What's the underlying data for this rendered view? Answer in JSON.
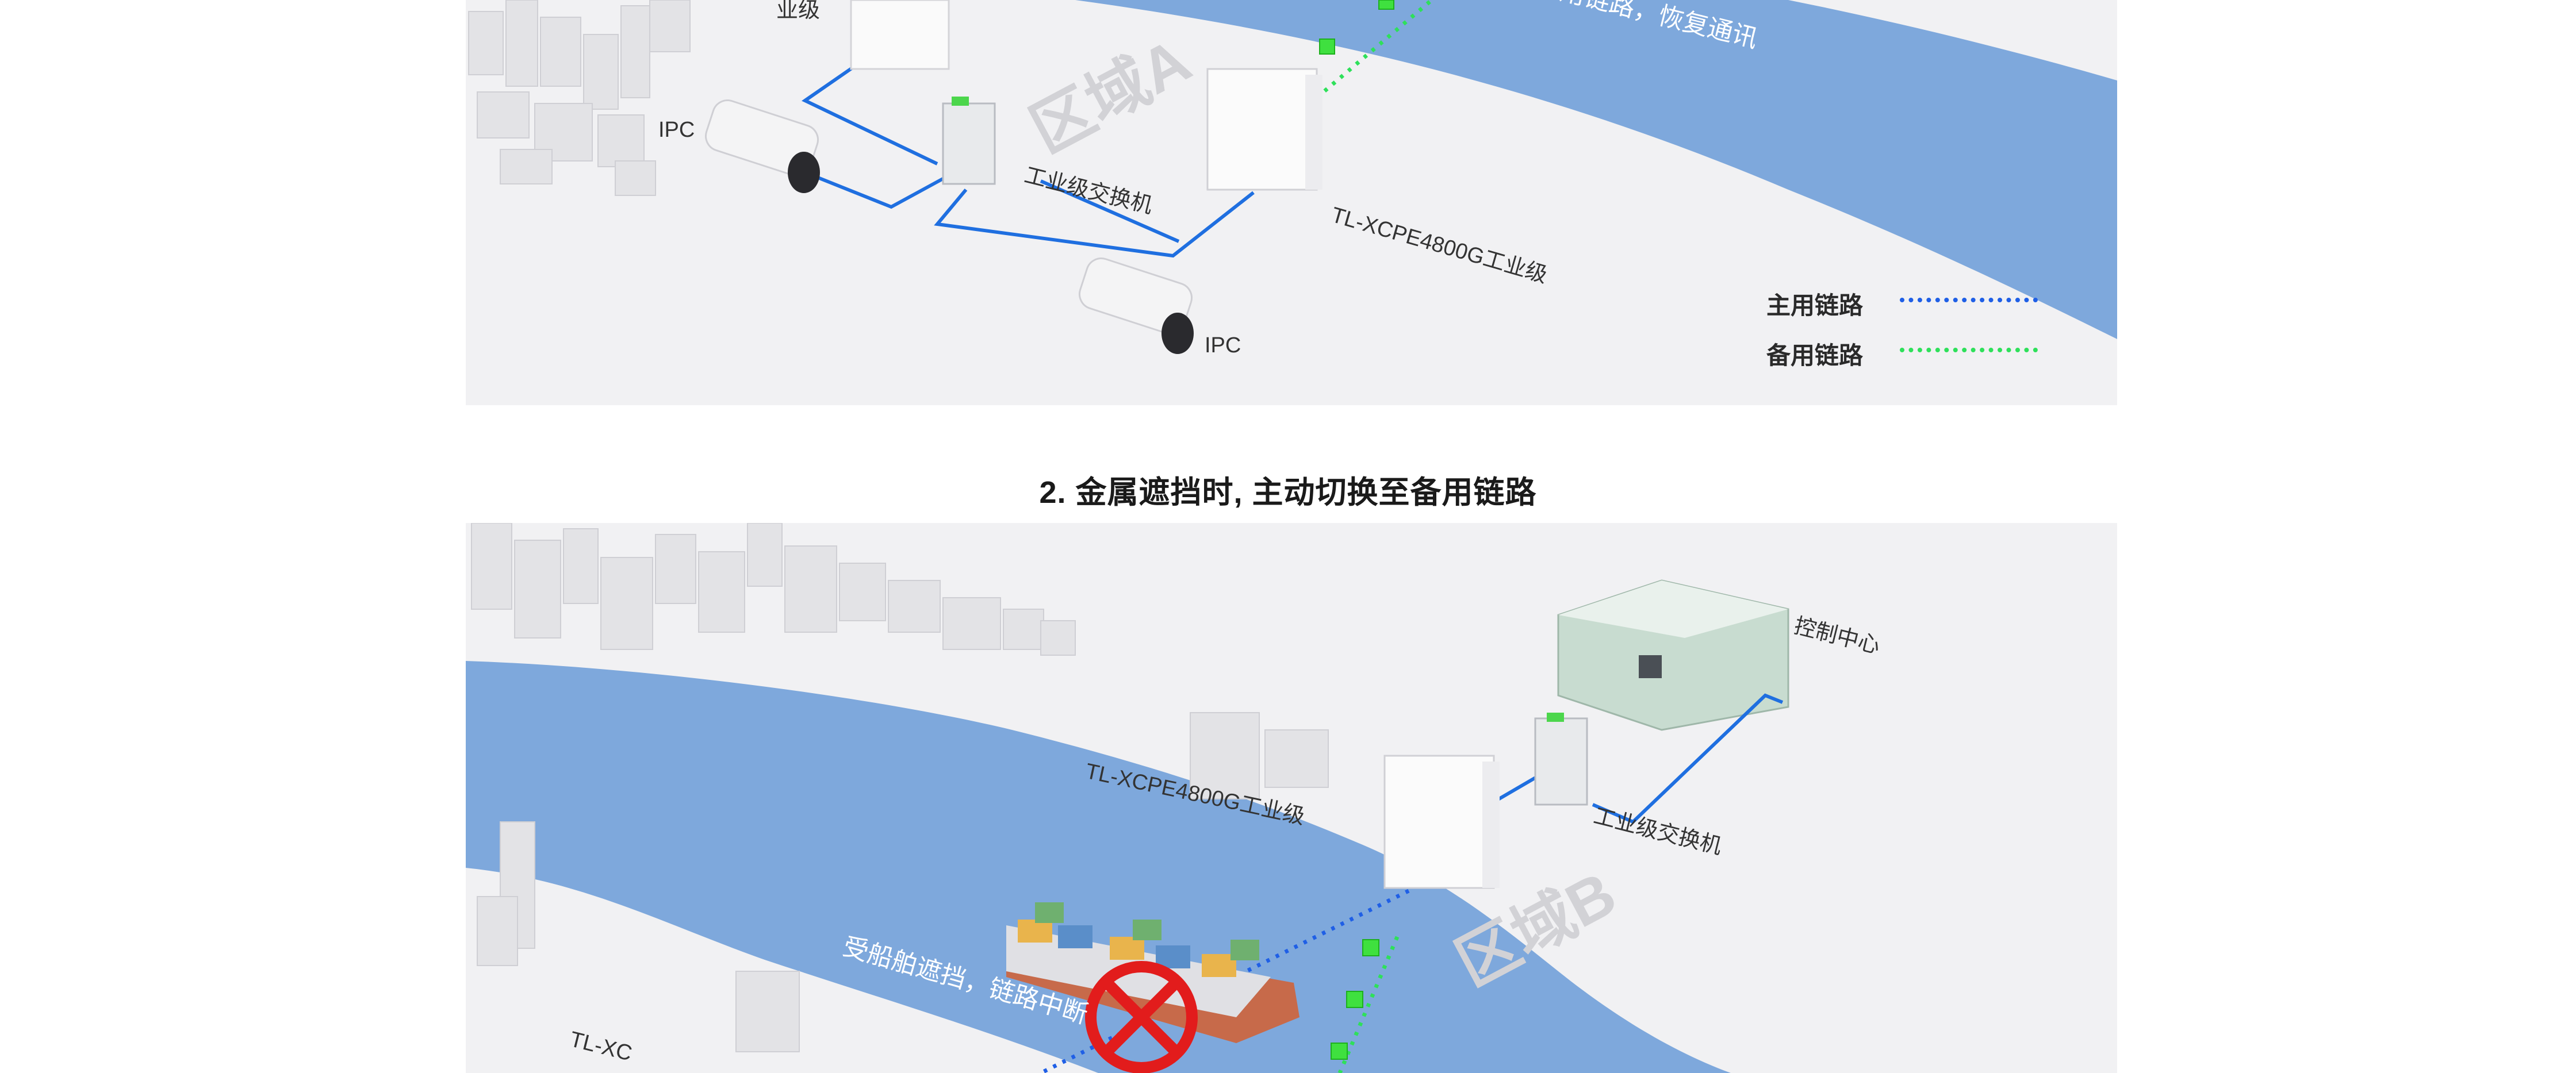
{
  "heading": "2. 金属遮挡时, 主动切换至备用链路",
  "panel1": {
    "labels": {
      "top_device_partial": "业级",
      "ipc_left": "IPC",
      "ipc_bottom": "IPC",
      "switch": "工业级交换机",
      "cpe": "TL-XCPE4800G工业级",
      "zone": "区域A",
      "river_note_partial": "用链路，恢复通讯"
    },
    "legend": [
      {
        "label": "主用链路",
        "color": "#1f5fe6"
      },
      {
        "label": "备用链路",
        "color": "#2ee05a"
      }
    ]
  },
  "panel2": {
    "labels": {
      "control_center": "控制中心",
      "switch": "工业级交换机",
      "cpe": "TL-XCPE4800G工业级",
      "zone": "区域B",
      "blocked_note": "受船舶遮挡，链路中断",
      "cpe_partial_bottom": "TL-XC"
    }
  },
  "colors": {
    "river": "#7ea8dc",
    "land": "#f1f1f3",
    "wired_link": "#1f6fe0",
    "primary_link": "#1f5fe6",
    "backup_link": "#2ee05a",
    "block": "#e21c1c"
  }
}
